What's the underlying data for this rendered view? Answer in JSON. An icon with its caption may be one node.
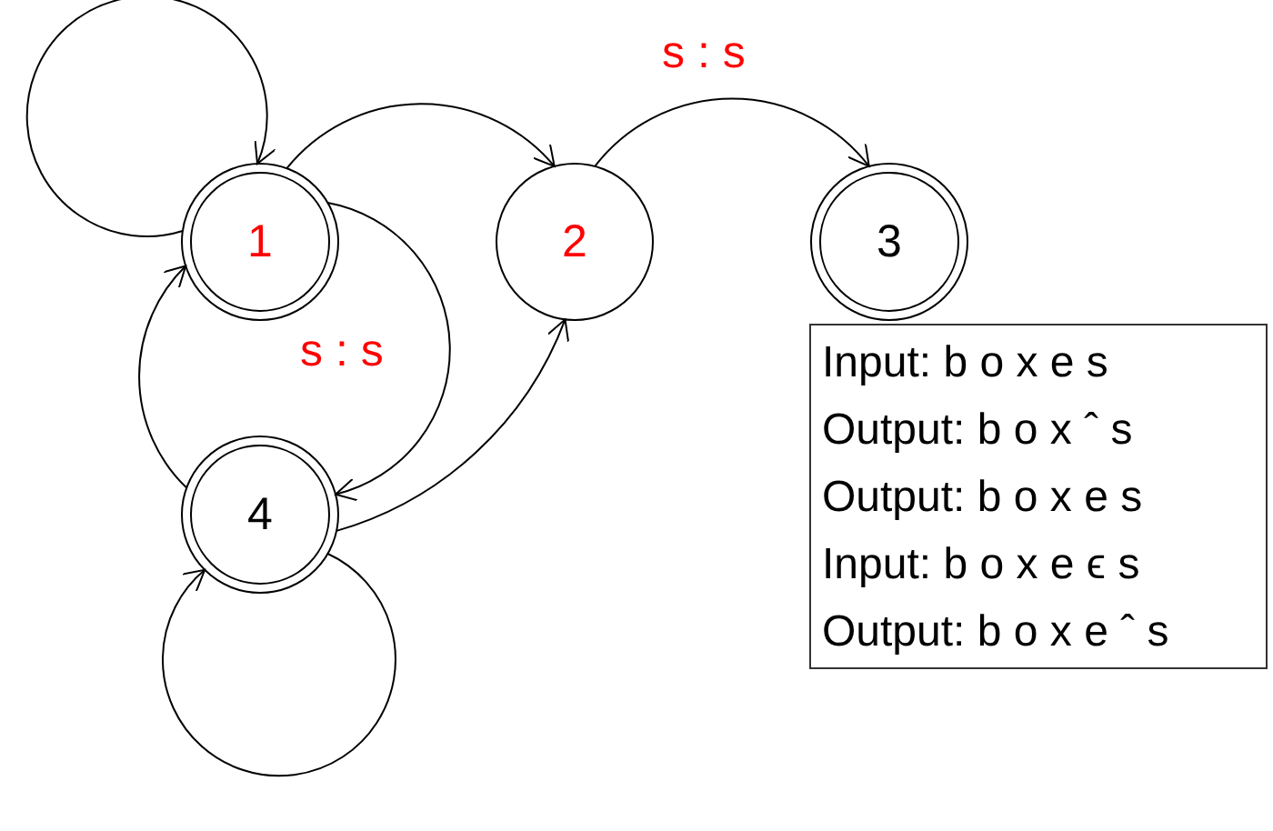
{
  "diagram": {
    "nodes": [
      {
        "text": [
          "1"
        ]
      },
      {
        "text": [
          "2"
        ]
      },
      {
        "text": [
          "3"
        ]
      },
      {
        "text": [
          "4"
        ]
      },
      {
        "text": [
          "Input: b o x e s",
          "Output: b o x ˆ s",
          "Output: b o x e s",
          "Input: b o x e ϵ s",
          "Output: b o x e ˆ s"
        ]
      }
    ],
    "edges": [
      {
        "from": 0,
        "to": 0,
        "arrow": "to"
      },
      {
        "from": 0,
        "to": 1,
        "arrow": "to"
      },
      {
        "from": 1,
        "to": 2,
        "arrow": "to",
        "label": "s : s"
      },
      {
        "from": 0,
        "to": 3,
        "arrow": "to",
        "label": "s : s"
      },
      {
        "from": 3,
        "to": 0,
        "arrow": "to"
      },
      {
        "from": 3,
        "to": 1,
        "arrow": "to"
      },
      {
        "from": 3,
        "to": 3,
        "arrow": "to"
      }
    ]
  }
}
